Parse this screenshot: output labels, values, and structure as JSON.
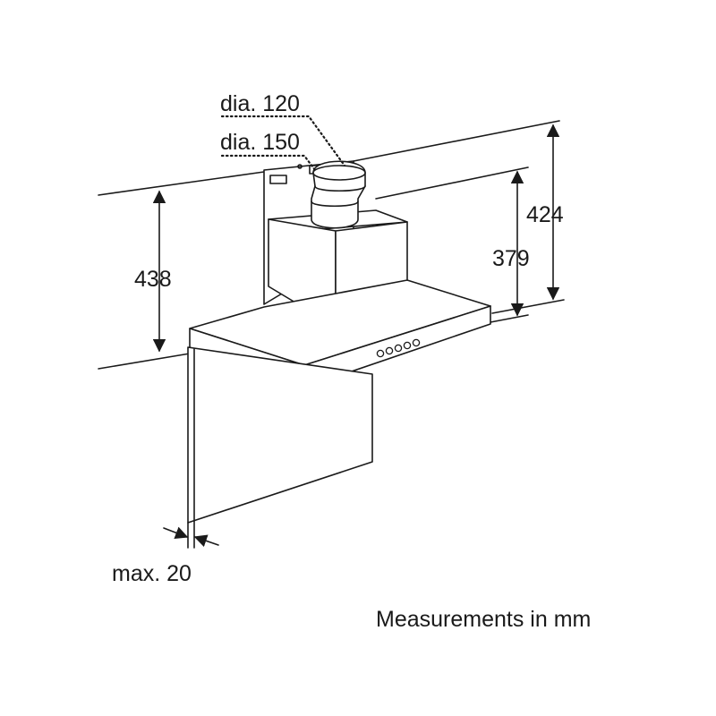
{
  "labels": {
    "dia_120": "dia. 120",
    "dia_150": "dia. 150",
    "height_438": "438",
    "height_424": "424",
    "height_379": "379",
    "max_20": "max. 20",
    "units_note": "Measurements in mm"
  },
  "colors": {
    "line": "#1a1a1a",
    "fill": "#ffffff",
    "background": "#ffffff"
  }
}
